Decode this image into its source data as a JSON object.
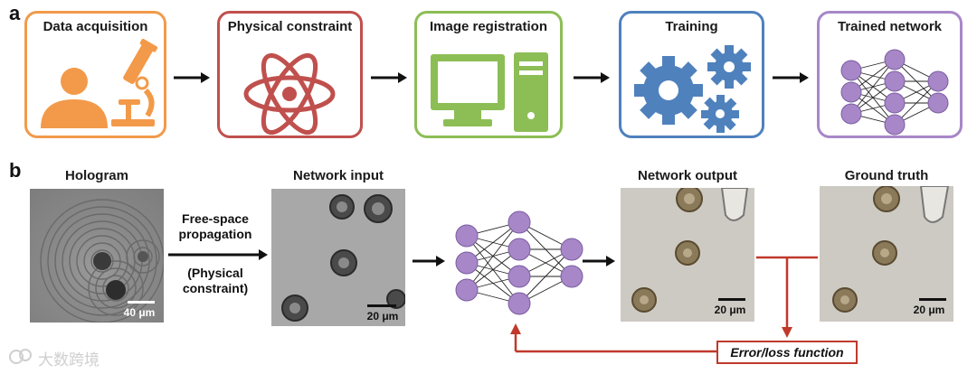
{
  "panel_a": {
    "letter": "a",
    "steps": [
      {
        "title": "Data acquisition",
        "icon": "person-microscope-icon",
        "color": "#F29A4A"
      },
      {
        "title": "Physical constraint",
        "icon": "atom-icon",
        "color": "#C0504D"
      },
      {
        "title": "Image registration",
        "icon": "computer-icon",
        "color": "#8CBE55"
      },
      {
        "title": "Training",
        "icon": "gears-icon",
        "color": "#4F81BD"
      },
      {
        "title": "Trained network",
        "icon": "neural-network-icon",
        "color": "#A887C8"
      }
    ]
  },
  "panel_b": {
    "letter": "b",
    "hologram": {
      "title": "Hologram",
      "scale": "40 μm"
    },
    "propagation": {
      "line1": "Free-space",
      "line2": "propagation",
      "line3": "(Physical",
      "line4": "constraint)"
    },
    "network_input": {
      "title": "Network input",
      "scale": "20 μm"
    },
    "network_output": {
      "title": "Network output",
      "scale": "20 μm"
    },
    "ground_truth": {
      "title": "Ground truth",
      "scale": "20 μm"
    },
    "loss": {
      "label": "Error/loss function"
    }
  },
  "colors": {
    "arrow": "#111111",
    "loss": "#C0392B",
    "neuron": "#A887C8"
  },
  "watermark": "大数跨境"
}
